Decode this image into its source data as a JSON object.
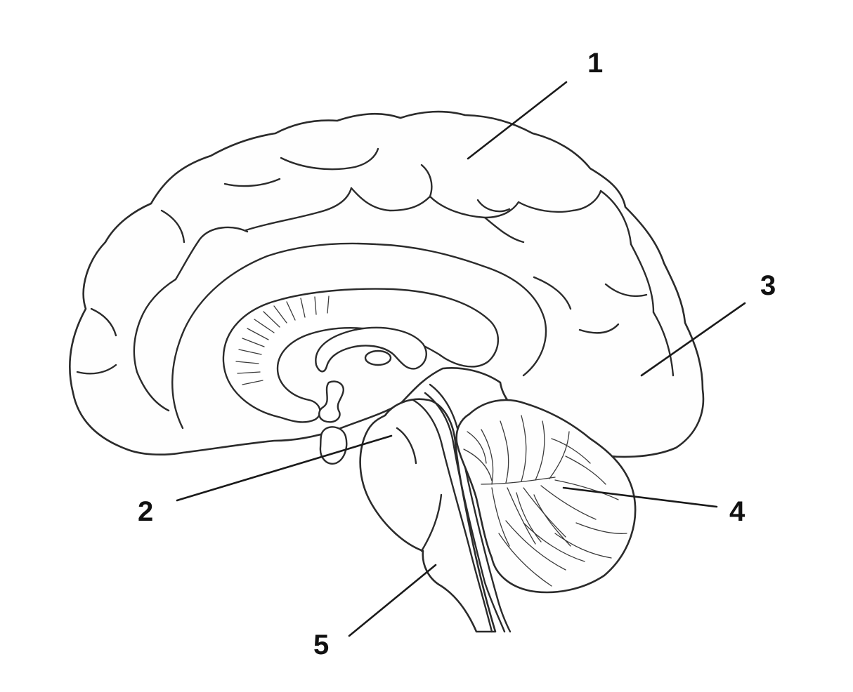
{
  "labels": [
    {
      "id": "1",
      "text": "1"
    },
    {
      "id": "2",
      "text": "2"
    },
    {
      "id": "3",
      "text": "3"
    },
    {
      "id": "4",
      "text": "4"
    },
    {
      "id": "5",
      "text": "5"
    }
  ],
  "colors": {
    "stroke": "#2b2b2b",
    "fill": "#ffffff",
    "text": "#111111",
    "background": "#ffffff"
  }
}
